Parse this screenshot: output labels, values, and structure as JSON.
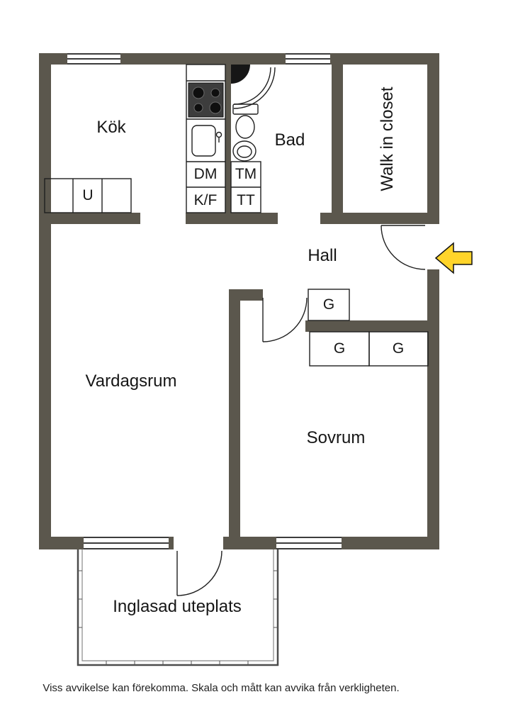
{
  "rooms": {
    "kitchen": "Kök",
    "bathroom": "Bad",
    "walk_in_closet": "Walk in closet",
    "hall": "Hall",
    "living_room": "Vardagsrum",
    "bedroom": "Sovrum",
    "patio": "Inglasad uteplats"
  },
  "appliances": {
    "unit": "U",
    "dishwasher": "DM",
    "fridge_freezer": "K/F",
    "washing_machine": "TM",
    "dryer": "TT"
  },
  "wardrobes": [
    "G",
    "G",
    "G"
  ],
  "footer": {
    "disclaimer": "Viss avvikelse kan förekomma. Skala och mått kan avvika från verkligheten."
  },
  "colors": {
    "wall": "#5b574d",
    "arrow": "#ffd42a",
    "background": "#ffffff"
  }
}
